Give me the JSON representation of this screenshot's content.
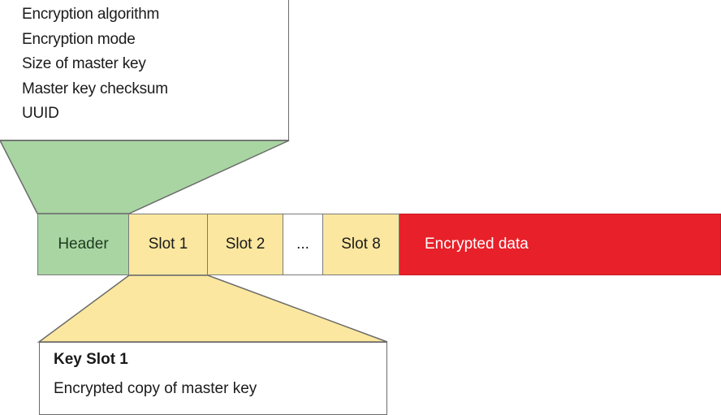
{
  "header_box": {
    "items": [
      "Encryption algorithm",
      "Encryption mode",
      "Size of master key",
      "Master key checksum",
      "UUID"
    ]
  },
  "bar": {
    "segments": [
      {
        "label": "Header"
      },
      {
        "label": "Slot 1"
      },
      {
        "label": "Slot 2"
      },
      {
        "label": "..."
      },
      {
        "label": "Slot 8"
      },
      {
        "label": "Encrypted data"
      }
    ]
  },
  "keyslot_box": {
    "title": "Key Slot 1",
    "description": "Encrypted copy of master key"
  },
  "colors": {
    "header_green": "#a8d5a2",
    "slot_yellow": "#fbe79f",
    "data_red": "#e8202a",
    "outline": "#6b6b6b"
  }
}
